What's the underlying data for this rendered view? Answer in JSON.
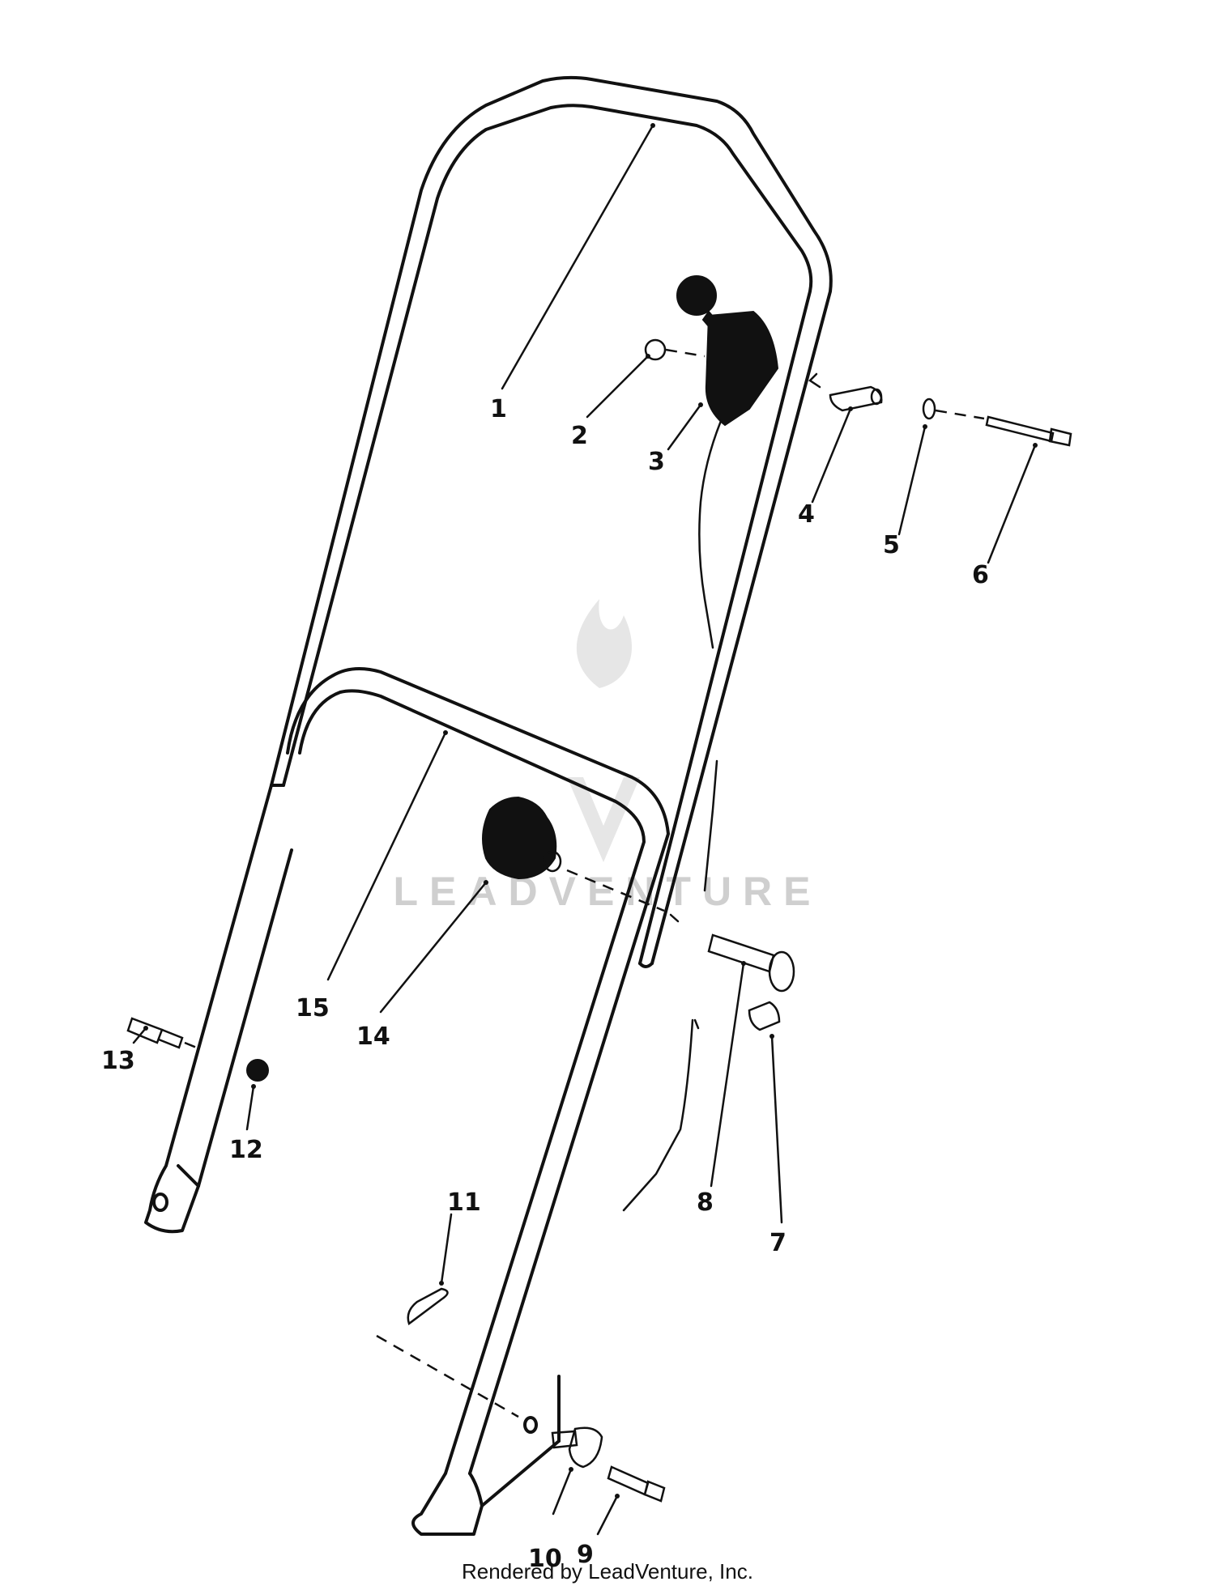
{
  "watermark": {
    "text": "LEADVENTURE",
    "color": "#cfcfcf"
  },
  "footer": {
    "text": "Rendered by LeadVenture, Inc."
  },
  "parts": [
    {
      "id": "1",
      "label": "1"
    },
    {
      "id": "2",
      "label": "2"
    },
    {
      "id": "3",
      "label": "3"
    },
    {
      "id": "4",
      "label": "4"
    },
    {
      "id": "5",
      "label": "5"
    },
    {
      "id": "6",
      "label": "6"
    },
    {
      "id": "7",
      "label": "7"
    },
    {
      "id": "8",
      "label": "8"
    },
    {
      "id": "9",
      "label": "9"
    },
    {
      "id": "10",
      "label": "10"
    },
    {
      "id": "11",
      "label": "11"
    },
    {
      "id": "12",
      "label": "12"
    },
    {
      "id": "13",
      "label": "13"
    },
    {
      "id": "14",
      "label": "14"
    },
    {
      "id": "15",
      "label": "15"
    }
  ]
}
